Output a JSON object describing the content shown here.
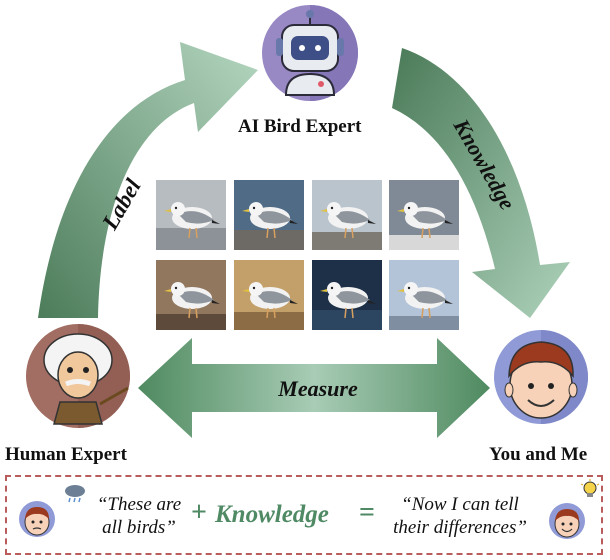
{
  "nodes": {
    "ai": {
      "title": "AI Bird Expert",
      "icon": "robot-icon"
    },
    "human": {
      "title": "Human Expert",
      "icon": "scientist-icon"
    },
    "you": {
      "title": "You and Me",
      "icon": "smiling-person-icon"
    }
  },
  "arrows": {
    "label": "Label",
    "knowledge": "Knowledge",
    "measure": "Measure"
  },
  "images": {
    "count": 8,
    "subject": "seagull-photo"
  },
  "equation": {
    "before_quote_line1": "“These are",
    "before_quote_line2": "all birds”",
    "plus": "+",
    "knowledge": "Knowledge",
    "equals": "=",
    "after_quote_line1": "“Now I can tell",
    "after_quote_line2": "their differences”",
    "left_icon": "confused-person-rain-cloud-icon",
    "right_icon": "person-lightbulb-icon"
  },
  "colors": {
    "arrow_dark": "#4a7a58",
    "arrow_light": "#a9cdb6",
    "knowledge_text": "#4f8a64",
    "dashed_border": "#b85c5c",
    "robot_bg": "#9888c4",
    "scientist_bg": "#a26d63",
    "you_bg": "#8f9ad6"
  }
}
